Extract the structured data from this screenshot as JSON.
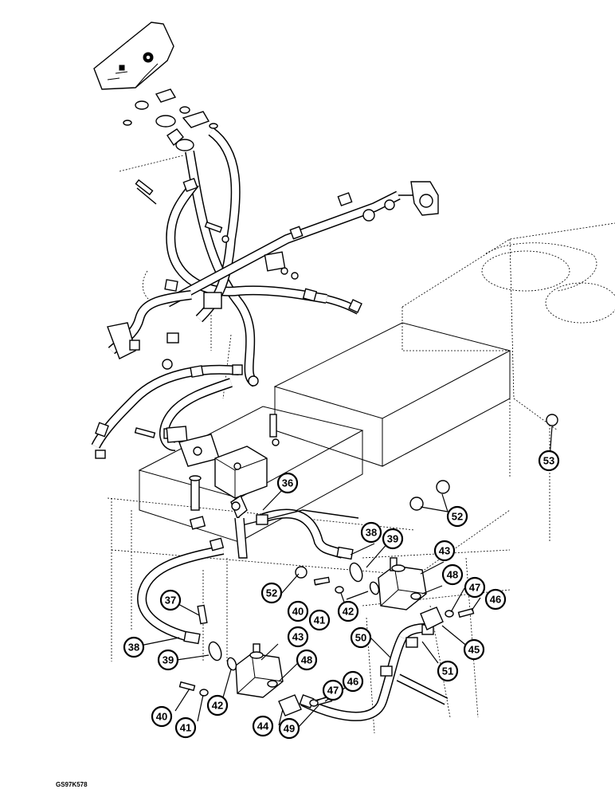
{
  "figure_code": "GS97K578",
  "callouts": [
    {
      "id": "c36",
      "label": "36"
    },
    {
      "id": "c37",
      "label": "37"
    },
    {
      "id": "c38a",
      "label": "38"
    },
    {
      "id": "c38b",
      "label": "38"
    },
    {
      "id": "c39a",
      "label": "39"
    },
    {
      "id": "c39b",
      "label": "39"
    },
    {
      "id": "c40a",
      "label": "40"
    },
    {
      "id": "c40b",
      "label": "40"
    },
    {
      "id": "c41a",
      "label": "41"
    },
    {
      "id": "c41b",
      "label": "41"
    },
    {
      "id": "c42a",
      "label": "42"
    },
    {
      "id": "c42b",
      "label": "42"
    },
    {
      "id": "c43a",
      "label": "43"
    },
    {
      "id": "c43b",
      "label": "43"
    },
    {
      "id": "c44",
      "label": "44"
    },
    {
      "id": "c45",
      "label": "45"
    },
    {
      "id": "c46a",
      "label": "46"
    },
    {
      "id": "c46b",
      "label": "46"
    },
    {
      "id": "c47a",
      "label": "47"
    },
    {
      "id": "c47b",
      "label": "47"
    },
    {
      "id": "c48a",
      "label": "48"
    },
    {
      "id": "c48b",
      "label": "48"
    },
    {
      "id": "c49",
      "label": "49"
    },
    {
      "id": "c50",
      "label": "50"
    },
    {
      "id": "c51",
      "label": "51"
    },
    {
      "id": "c52a",
      "label": "52"
    },
    {
      "id": "c52b",
      "label": "52"
    },
    {
      "id": "c53",
      "label": "53"
    }
  ]
}
